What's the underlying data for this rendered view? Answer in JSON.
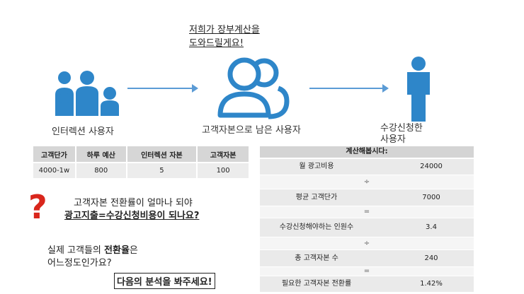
{
  "top_note": [
    "저희가 장부계산을",
    "도와드릴게요!"
  ],
  "flow": {
    "left_label": "인터렉션 사용자",
    "middle_label": "고객자본으로 남은 사용자",
    "right_label": [
      "수강신청한",
      "사용자"
    ],
    "icon_color": "#2e86c9",
    "arrow_color": "#5b9bd5"
  },
  "left_table": {
    "headers": [
      "고객단가",
      "하루 예산",
      "인터렉션 자본",
      "고객자본"
    ],
    "row": [
      "4000-1w",
      "800",
      "5",
      "100"
    ]
  },
  "question": {
    "line1": "고객자본 전환률이 얼마나 되야",
    "line2": "광고지출=수강신청비용이 되나요?",
    "mark": "?"
  },
  "bottom_text": {
    "line1_pre": "실제 고객들의 ",
    "line1_bold": "전환율",
    "line1_post": "은",
    "line2": "어느정도인가요?",
    "boxed": "다음의 분석을 봐주세요!"
  },
  "calc": {
    "title": "계산해봅시다:",
    "rows": [
      {
        "key": "월 광고비용",
        "value": "24000"
      },
      {
        "op": "÷"
      },
      {
        "key": "평균 고객단가",
        "value": "7000"
      },
      {
        "op": "="
      },
      {
        "key": "수강신청해야하는 인원수",
        "value": "3.4"
      },
      {
        "op": "÷"
      },
      {
        "key": "총 고객자본 수",
        "value": "240"
      },
      {
        "op": "="
      },
      {
        "key": "필요한 고객자본 전환률",
        "value": "1.42%"
      }
    ]
  }
}
